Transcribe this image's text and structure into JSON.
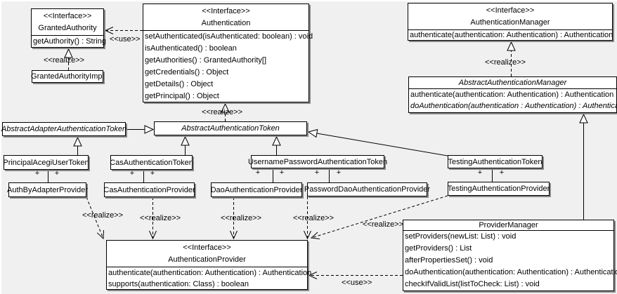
{
  "labels": {
    "use": "<<use>>",
    "realize": "<<realize>>",
    "plus": "+"
  },
  "classes": {
    "grantedAuthority": {
      "stereotype": "<<Interface>>",
      "name": "GrantedAuthority",
      "methods": [
        "getAuthority() : String"
      ]
    },
    "grantedAuthorityImpl": {
      "name": "GrantedAuthorityImpl"
    },
    "authentication": {
      "stereotype": "<<Interface>>",
      "name": "Authentication",
      "methods": [
        "setAuthenticated(isAuthenticated: boolean) : void",
        "isAuthenticated() : boolean",
        "getAuthorities() : GrantedAuthority[]",
        "getCredentials() : Object",
        "getDetails() : Object",
        "getPrincipal() : Object"
      ]
    },
    "authenticationManager": {
      "stereotype": "<<Interface>>",
      "name": "AuthenticationManager",
      "methods": [
        "authenticate(authentication: Authentication) : Authentication"
      ]
    },
    "abstractAuthenticationManager": {
      "name": "AbstractAuthenticationManager",
      "methods": [
        "authenticate(authentication: Authentication) : Authentication",
        "doAuthentication(authentication : Authentication) : Authentication"
      ]
    },
    "abstractAdapterAuthenticationToken": {
      "name": "AbstractAdapterAuthenticationToken"
    },
    "abstractAuthenticationToken": {
      "name": "AbstractAuthenticationToken"
    },
    "principalAcegiUserToken": {
      "name": "PrincipalAcegiUserToken"
    },
    "casAuthenticationToken": {
      "name": "CasAuthenticationToken"
    },
    "usernamePasswordAuthenticationToken": {
      "name": "UsernamePasswordAuthenticationToken"
    },
    "testingAuthenticationToken": {
      "name": "TestingAuthenticationToken"
    },
    "authByAdapterProvider": {
      "name": "AuthByAdapterProvider"
    },
    "casAuthenticationProvider": {
      "name": "CasAuthenticationProvider"
    },
    "daoAuthenticationProvider": {
      "name": "DaoAuthenticationProvider"
    },
    "passwordDaoAuthenticationProvider": {
      "name": "PasswordDaoAuthenticationProvider"
    },
    "testingAuthenticationProvider": {
      "name": "TestingAuthenticationProvider"
    },
    "authenticationProvider": {
      "stereotype": "<<Interface>>",
      "name": "AuthenticationProvider",
      "methods": [
        "authenticate(authentication: Authentication) : Authentication",
        "supports(authentication: Class) : boolean"
      ]
    },
    "providerManager": {
      "name": "ProviderManager",
      "methods": [
        "setProviders(newList: List) : void",
        "getProviders() : List",
        "afterPropertiesSet() : void",
        "doAuthentication(authentication: Authentication) : Authentication",
        "checkIfValidList(listToCheck: List) : void"
      ]
    }
  },
  "colors": {
    "background": "#f0f0f0",
    "box_fill": "#ffffff",
    "line": "#000000",
    "shadow": "#888888"
  }
}
